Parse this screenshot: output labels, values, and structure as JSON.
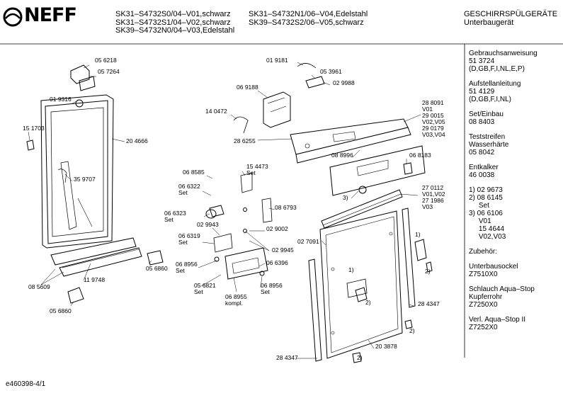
{
  "header": {
    "brand": "NEFF",
    "models_col1": [
      "SK31–S4732S0/04–V01,schwarz",
      "SK31–S4732S1/04–V02,schwarz",
      "SK39–S4732N0/04–V03,Edelstahl"
    ],
    "models_col2": [
      "SK31–S4732N1/06–V04,Edelstahl",
      "SK39–S4732S2/06–V05,schwarz"
    ],
    "category": [
      "GESCHIRRSPÜLGERÄTE",
      "Unterbaugerät"
    ]
  },
  "sidebar": {
    "blocks": [
      [
        "Gebrauchsanweisung",
        "51 3724",
        "(D,GB,F,I,NL,E,P)"
      ],
      [
        "Aufstellanleitung",
        "51 4129",
        "(D,GB,F,I,NL)"
      ],
      [
        "Set/Einbau",
        "08 8403"
      ],
      [
        "Teststreifen",
        "Wasserhärte",
        "05 8042"
      ],
      [
        "Entkalker",
        "46 0038"
      ],
      [
        "1) 02 9673",
        "2) 08 6145",
        "     Set",
        "3) 06 6106",
        "     V01",
        "     15 4644",
        "     V02,V03"
      ],
      [
        "Zubehör:"
      ],
      [
        "Unterbausockel",
        "Z7510X0"
      ],
      [
        "Schlauch Aqua–Stop",
        "Kupferrohr",
        "Z7250X0"
      ],
      [
        "Verl. Aqua–Stop II",
        "Z7252X0"
      ]
    ]
  },
  "footer": {
    "doc_id": "e460398-4/1"
  },
  "labels": {
    "l01": "05 6218",
    "l02": "05 7264",
    "l03": "01 9316",
    "l04": "15 1703",
    "l05": "20 4666",
    "l06": "35 9707",
    "l07": "08 5609",
    "l08": "11 9748",
    "l09": "05 6860",
    "l10": "05 6860",
    "l11": "01 9181",
    "l12": "05 3961",
    "l13": "02 9988",
    "l14": "06 9188",
    "l15": "14 0472",
    "l16": "28 6255",
    "l17": "28 8091\nV01\n29 0015\nV02,V05\n29 0179\nV03,V04",
    "l18": "08 8996",
    "l19": "06 8183",
    "l20": "06 8585",
    "l21": "15 4473\nSet",
    "l22": "06 6322\nSet",
    "l23": "06 6323\nSet",
    "l24": "08 6793",
    "l25": "02 9943",
    "l26": "02 9002",
    "l27": "06 6319\nSet",
    "l28": "02 9945",
    "l29": "06 6396",
    "l30": "06 8956\nSet",
    "l31": "05 6821\nSet",
    "l32": "06 8955\nkompl.",
    "l33": "06 8956\nSet",
    "l34": "27 0112\nV01,V02\n27 1986\nV03",
    "l35": "3)",
    "l36": "02 7091",
    "l37": "1)",
    "l38": "2)",
    "l39": "1)",
    "l40": "2)",
    "l41": "28 4347",
    "l42": "2)",
    "l43": "20 3878",
    "l44": "28 4347",
    "l45": "2)"
  }
}
